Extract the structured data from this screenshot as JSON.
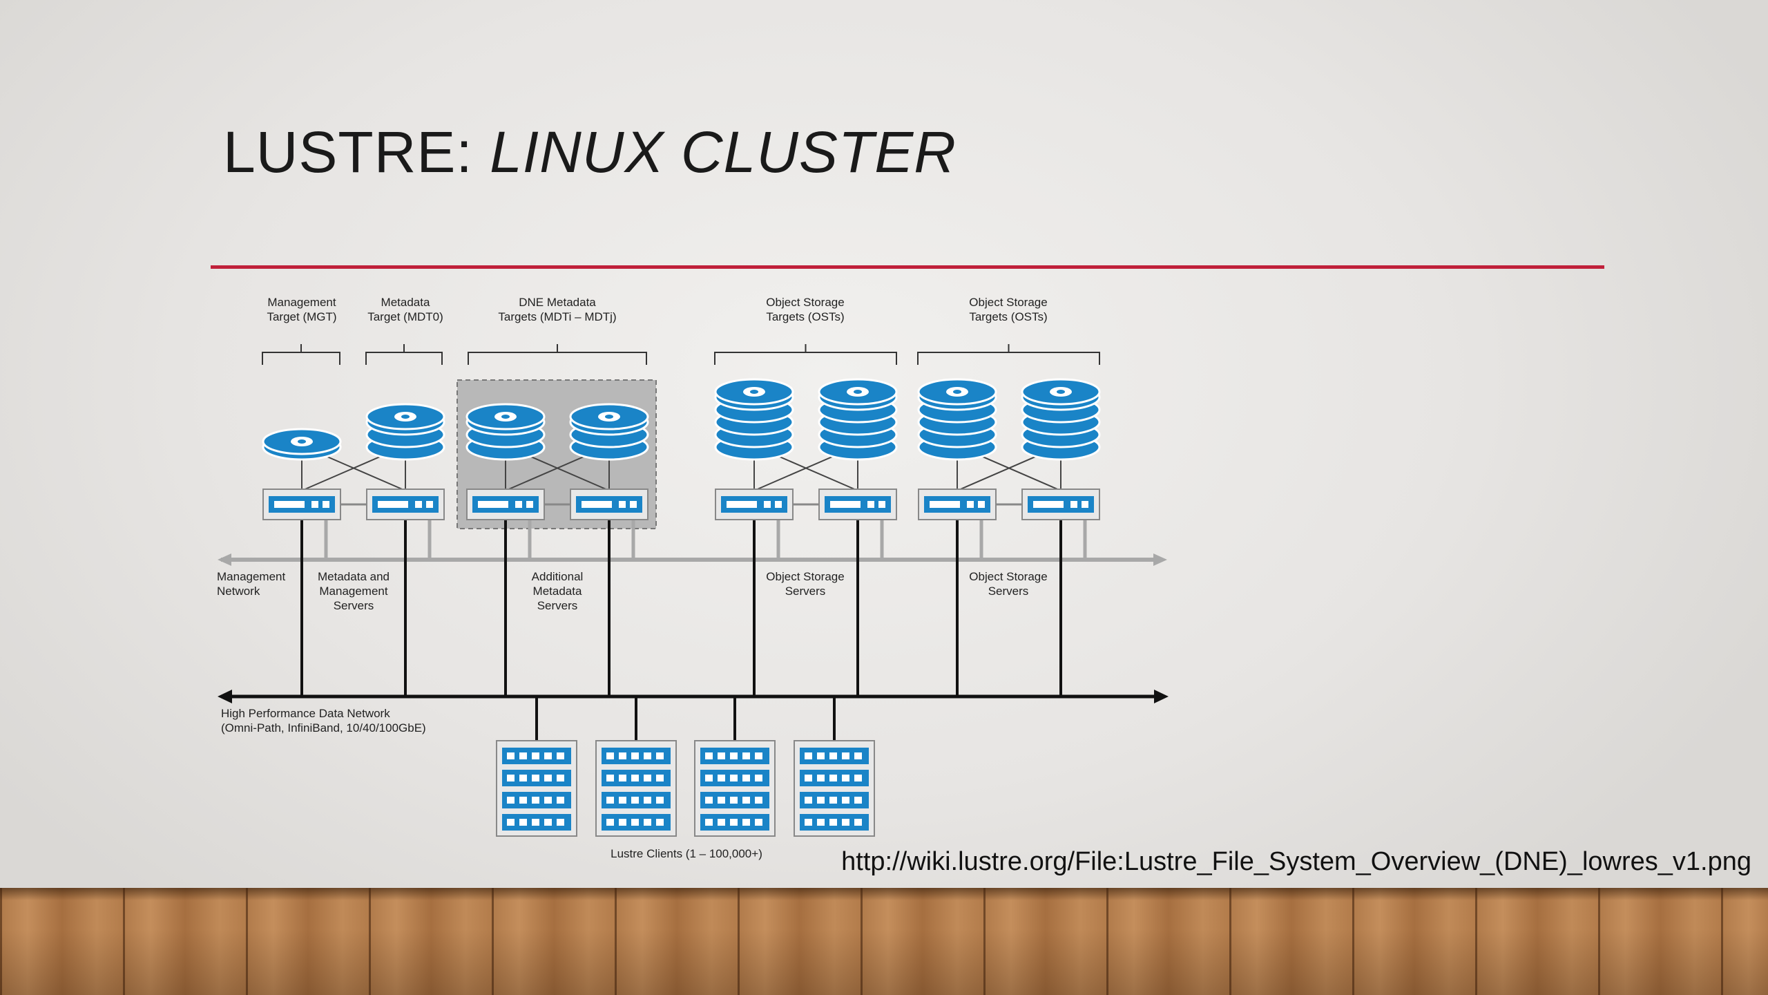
{
  "slide": {
    "title_plain": "LUSTRE: ",
    "title_italic": "LINUX CLUSTER",
    "source_url": "http://wiki.lustre.org/File:Lustre_File_System_Overview_(DNE)_lowres_v1.png"
  },
  "diagram": {
    "targets": {
      "mgt": [
        "Management",
        "Target (MGT)"
      ],
      "mdt0": [
        "Metadata",
        "Target (MDT0)"
      ],
      "dne": [
        "DNE Metadata",
        "Targets (MDTi – MDTj)"
      ],
      "ost1": [
        "Object Storage",
        "Targets (OSTs)"
      ],
      "ost2": [
        "Object Storage",
        "Targets (OSTs)"
      ]
    },
    "servers": {
      "mgmt_network": [
        "Management",
        "Network"
      ],
      "meta_mgmt": [
        "Metadata and",
        "Management",
        "Servers"
      ],
      "additional_meta": [
        "Additional",
        "Metadata",
        "Servers"
      ],
      "oss1": [
        "Object Storage",
        "Servers"
      ],
      "oss2": [
        "Object Storage",
        "Servers"
      ]
    },
    "network": [
      "High Performance Data  Network",
      "(Omni-Path, InfiniBand, 10/40/100GbE)"
    ],
    "clients": "Lustre Clients (1 – 100,000+)",
    "colors": {
      "disk_blue": "#1a84c7",
      "server_blue": "#1a84c7",
      "dne_box": "#b8b8b8",
      "mgmt_line": "#a8a8a8",
      "data_line": "#111111"
    }
  }
}
